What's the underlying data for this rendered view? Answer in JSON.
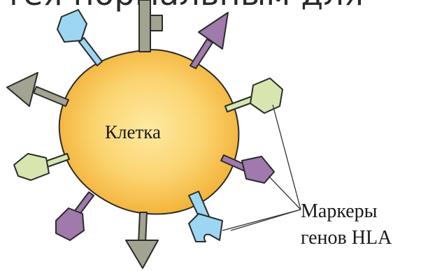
{
  "page": {
    "top_text_fragment": "тея нормальным для"
  },
  "diagram": {
    "cell_label": "Клетка",
    "marker_label_line1": "Маркеры",
    "marker_label_line2": "генов HLA"
  },
  "colors": {
    "cell_center": "#fde79a",
    "cell_edge": "#f4b33a",
    "outline": "#2b2b2b",
    "marker_gray": "#a3a392",
    "marker_purple": "#a07aac",
    "marker_blue": "#9dd6f2",
    "marker_green": "#d6e6ae",
    "leader_line": "#333333"
  },
  "icons": [
    "arrow-marker-icon",
    "pin-marker-icon",
    "hexagon-marker-icon",
    "flag-marker-icon",
    "hook-marker-icon"
  ]
}
